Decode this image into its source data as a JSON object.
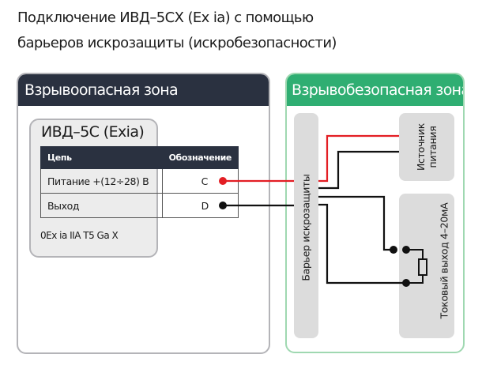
{
  "title": {
    "line1": "Подключение ИВД–5СХ (Ex ia) с помощью",
    "line2": "барьеров искрозащиты (искробезопасности)"
  },
  "hazard_zone": {
    "label": "Взрывоопасная зона",
    "device": {
      "name": "ИВД–5С (Exia)",
      "table": {
        "headers": [
          "Цепь",
          "Обозначение"
        ],
        "rows": [
          {
            "circuit": "Питание +(12÷28) В",
            "code": "C",
            "wire_color": "#e31e24"
          },
          {
            "circuit": "Выход",
            "code": "D",
            "wire_color": "#111111"
          }
        ]
      },
      "marking": "0Ex ia IIA T5 Ga X"
    }
  },
  "safe_zone": {
    "label": "Взрывобезопасная зона",
    "barrier_label": "Барьер искрозащиты",
    "power_source": {
      "line1": "Источник",
      "line2": "питания"
    },
    "current_output_label": "Токовый выход 4–20мА"
  },
  "colors": {
    "hazard_header": "#2a3140",
    "safe_header": "#2fae72",
    "safe_border": "#9fd8b1",
    "power_wire": "#e31e24",
    "signal_wire": "#111111"
  }
}
